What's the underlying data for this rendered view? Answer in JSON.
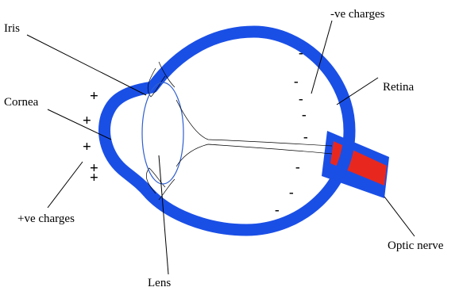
{
  "labels": {
    "iris": "Iris",
    "cornea": "Cornea",
    "positive_charges": "+ve charges",
    "lens": "Lens",
    "negative_charges": "-ve charges",
    "retina": "Retina",
    "optic_nerve": "Optic nerve"
  },
  "signs": {
    "plus": [
      "+",
      "+",
      "+",
      "+",
      "+"
    ],
    "minus": [
      "-",
      "-",
      "-",
      "-",
      "-",
      "-",
      "-",
      "-"
    ]
  },
  "colors": {
    "eyeball_wall": "#1a4fe6",
    "optic_nerve_core": "#e8281e",
    "lens_outline": "#2f5fd0",
    "text": "#000000"
  }
}
